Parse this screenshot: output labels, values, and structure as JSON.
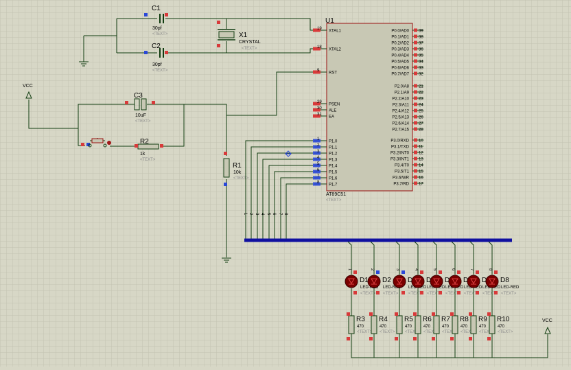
{
  "power": {
    "vcc_left": "VCC",
    "vcc_right": "VCC"
  },
  "caps": {
    "c1": {
      "ref": "C1",
      "value": "30pf",
      "hint": "<TEXT>"
    },
    "c2": {
      "ref": "C2",
      "value": "30pf",
      "hint": "<TEXT>"
    },
    "c3": {
      "ref": "C3",
      "value": "10uF",
      "hint": "<TEXT>"
    }
  },
  "crystal": {
    "ref": "X1",
    "value": "CRYSTAL",
    "hint": "<TEXT>"
  },
  "r1": {
    "ref": "R1",
    "value": "10k",
    "hint": "<TEXT>"
  },
  "r2": {
    "ref": "R2",
    "value": "1k",
    "hint": "<TEXT>"
  },
  "mcu": {
    "ref": "U1",
    "part": "AT89C51",
    "hint": "<TEXT>",
    "left_pins": [
      {
        "num": "19",
        "name": "XTAL1"
      },
      {
        "num": "18",
        "name": "XTAL2"
      },
      {
        "num": "9",
        "name": "RST"
      },
      {
        "num": "29",
        "name": "PSEN"
      },
      {
        "num": "30",
        "name": "ALE"
      },
      {
        "num": "31",
        "name": "EA"
      },
      {
        "num": "1",
        "name": "P1.0"
      },
      {
        "num": "2",
        "name": "P1.1"
      },
      {
        "num": "3",
        "name": "P1.2"
      },
      {
        "num": "4",
        "name": "P1.3"
      },
      {
        "num": "5",
        "name": "P1.4"
      },
      {
        "num": "6",
        "name": "P1.5"
      },
      {
        "num": "7",
        "name": "P1.6"
      },
      {
        "num": "8",
        "name": "P1.7"
      }
    ],
    "right_pins": [
      {
        "num": "39",
        "name": "P0.0/AD0"
      },
      {
        "num": "38",
        "name": "P0.1/AD1"
      },
      {
        "num": "37",
        "name": "P0.2/AD2"
      },
      {
        "num": "36",
        "name": "P0.3/AD3"
      },
      {
        "num": "35",
        "name": "P0.4/AD4"
      },
      {
        "num": "34",
        "name": "P0.5/AD5"
      },
      {
        "num": "33",
        "name": "P0.6/AD6"
      },
      {
        "num": "32",
        "name": "P0.7/AD7"
      },
      {
        "num": "21",
        "name": "P2.0/A8"
      },
      {
        "num": "22",
        "name": "P2.1/A9"
      },
      {
        "num": "23",
        "name": "P2.2/A10"
      },
      {
        "num": "24",
        "name": "P2.3/A11"
      },
      {
        "num": "25",
        "name": "P2.4/A12"
      },
      {
        "num": "26",
        "name": "P2.5/A13"
      },
      {
        "num": "27",
        "name": "P2.6/A14"
      },
      {
        "num": "28",
        "name": "P2.7/A15"
      },
      {
        "num": "10",
        "name": "P3.0/RXD"
      },
      {
        "num": "11",
        "name": "P3.1/TXD"
      },
      {
        "num": "12",
        "name": "P3.2/INT0"
      },
      {
        "num": "13",
        "name": "P3.3/INT1"
      },
      {
        "num": "14",
        "name": "P3.4/T0"
      },
      {
        "num": "15",
        "name": "P3.5/T1"
      },
      {
        "num": "16",
        "name": "P3.6/WR"
      },
      {
        "num": "17",
        "name": "P3.7/RD"
      }
    ]
  },
  "bus_labels": [
    "1",
    "2",
    "3",
    "4",
    "5",
    "6",
    "7",
    "8"
  ],
  "leds": [
    {
      "ref": "D1",
      "value": "LED-RED",
      "hint": "<TEXT>"
    },
    {
      "ref": "D2",
      "value": "LED-RED",
      "hint": "<TEXT>"
    },
    {
      "ref": "D3",
      "value": "LED-RED",
      "hint": "<TEXT>"
    },
    {
      "ref": "D4",
      "value": "LED-RED",
      "hint": "<TEXT>"
    },
    {
      "ref": "D5",
      "value": "LED-RED",
      "hint": "<TEXT>"
    },
    {
      "ref": "D6",
      "value": "LED-RED",
      "hint": "<TEXT>"
    },
    {
      "ref": "D7",
      "value": "LED-RED",
      "hint": "<TEXT>"
    },
    {
      "ref": "D8",
      "value": "LED-RED",
      "hint": "<TEXT>"
    }
  ],
  "resistors": [
    {
      "ref": "R3",
      "value": "470",
      "hint": "<TEXT>"
    },
    {
      "ref": "R4",
      "value": "470",
      "hint": "<TEXT>"
    },
    {
      "ref": "R5",
      "value": "470",
      "hint": "<TEXT>"
    },
    {
      "ref": "R6",
      "value": "470",
      "hint": "<TEXT>"
    },
    {
      "ref": "R7",
      "value": "470",
      "hint": "<TEXT>"
    },
    {
      "ref": "R8",
      "value": "470",
      "hint": "<TEXT>"
    },
    {
      "ref": "R9",
      "value": "470",
      "hint": "<TEXT>"
    },
    {
      "ref": "R10",
      "value": "470",
      "hint": "<TEXT>"
    }
  ],
  "colors": {
    "canvas": "#d7d7c6",
    "grid": "#c3c3b1",
    "wire": "#103c10",
    "body": "#c8c8b4",
    "outline": "#9a1010",
    "led": "#7a0000",
    "bus": "#1010a0"
  }
}
